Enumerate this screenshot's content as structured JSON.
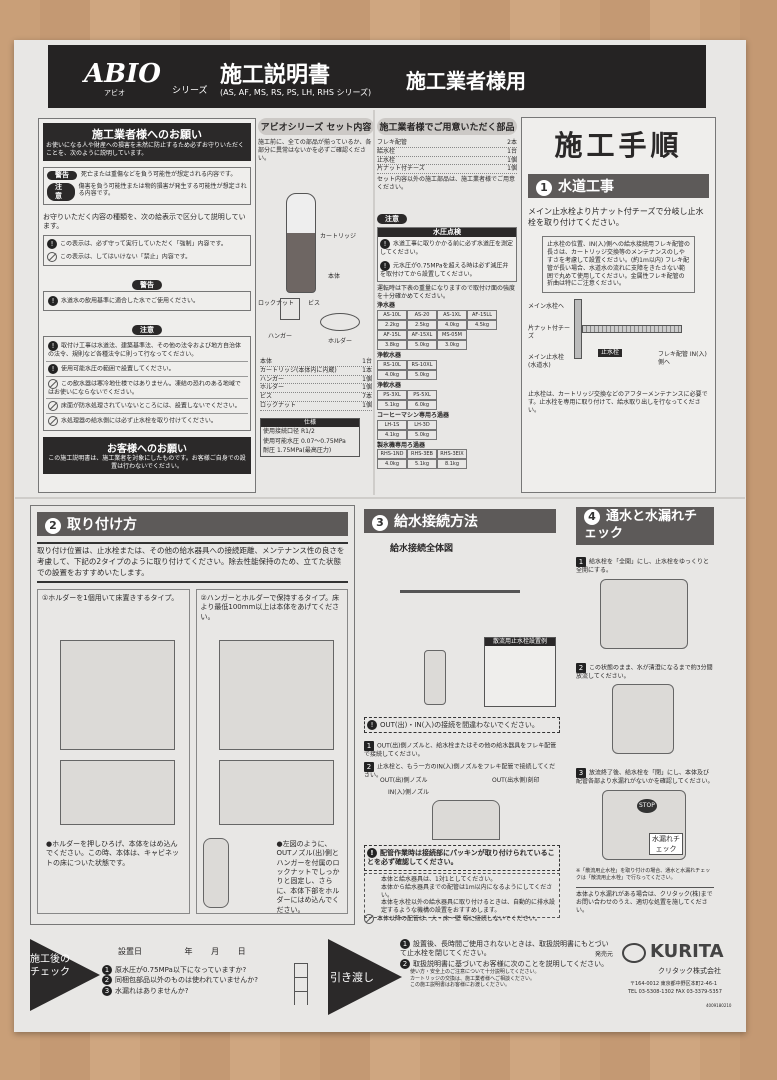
{
  "header": {
    "logo": "ABIO",
    "logo_kana": "アビオ",
    "series": "シリーズ",
    "title": "施工説明書",
    "subtitle": "(AS, AF, MS, RS, PS, LH, RHS シリーズ)",
    "audience": "施工業者様用"
  },
  "panel_requests": {
    "title": "施工業者様へのお願い",
    "intro": "お使いになる人や財産への損害を未然に防止するため必ずお守りいただくことを、次のように説明しています。",
    "warning_label": "警告",
    "warning_text": "死亡または重傷などを負う可能性が想定される内容です。",
    "caution_label": "注意",
    "caution_text": "傷害を負う可能性または物的損害が発生する可能性が想定される内容です。",
    "classify": "お守りいただく内容の種類を、次の絵表示で区分して説明しています。",
    "must": "この表示は、必ず守って実行していただく「強制」内容です。",
    "prohibit": "この表示は、してはいけない「禁止」内容です。",
    "warning2_label": "警告",
    "warning2_text": "水道水の飲用基準に適合した水でご使用ください。",
    "caution2_label": "注意",
    "caution2_items": [
      "取付け工事は水道法、建築基準法、その他の法令および地方自治体の法令、規則など各種法令に則って行なってください。",
      "使用可能水圧の範囲で設置してください。",
      "この飲水器は寒冷地仕様ではありません。凍結の恐れのある地域ではお使いにならないでください。",
      "床面が防水処理されていないところには、設置しないでください。",
      "水処理器の給水側には必ず止水栓を取り付けてください。"
    ],
    "customer_title": "お客様へのお願い",
    "customer_text": "この施工説明書は、施工業者を対象にしたものです。お客様ご自身での設置は行わないでください。"
  },
  "panel_set": {
    "title": "アビオシリーズ セット内容",
    "intro": "施工前に、全ての部品が揃っているか、各部分に異常はないかを必ずご確認ください。",
    "labels": {
      "cartridge": "カートリッジ",
      "body": "本体",
      "locknut": "ロックナット",
      "hanger": "ハンガー",
      "holder": "ホルダー",
      "screw": "ビス"
    },
    "items": [
      {
        "name": "本体",
        "qty": "1台"
      },
      {
        "name": "カートリッジ(本体内に内蔵)",
        "qty": "1本"
      },
      {
        "name": "ハンガー",
        "qty": "1個"
      },
      {
        "name": "ホルダー",
        "qty": "1個"
      },
      {
        "name": "ビス",
        "qty": "7本"
      },
      {
        "name": "ロックナット",
        "qty": "1個"
      }
    ],
    "spec_title": "仕様",
    "spec": [
      {
        "k": "使用接続口径",
        "v": "R1/2"
      },
      {
        "k": "使用可能水圧",
        "v": "0.07〜0.75MPa"
      },
      {
        "k": "耐圧",
        "v": "1.75MPa(最高圧力)"
      }
    ]
  },
  "panel_parts": {
    "title": "施工業者様でご用意いただく部品",
    "items": [
      {
        "name": "フレキ配管",
        "qty": "2本"
      },
      {
        "name": "給水栓",
        "qty": "1台"
      },
      {
        "name": "止水栓",
        "qty": "1個"
      },
      {
        "name": "片ナット付チーズ",
        "qty": "1個"
      }
    ],
    "note": "セット内容以外の施工部品は、施工業者様でご用意ください。",
    "caution_label": "注意",
    "pressure_title": "水圧点検",
    "pressure_items": [
      "水道工事に取りかかる前に必ず水道圧を測定してください。",
      "元水圧が0.75MPaを超える時は必ず減圧弁を取付けてから設置してください。"
    ],
    "weight_note": "運転時は下表の重量になりますので取付け面の強度を十分確かめてください。",
    "groups": [
      {
        "title": "浄水器",
        "models": [
          "AS-10L",
          "AS-20",
          "AS-1XL",
          "AF-15LL",
          "AF-15L",
          "AF-15XL",
          "MS-05M"
        ],
        "weights": [
          "2.2kg",
          "2.5kg",
          "4.0kg",
          "4.5kg",
          "3.8kg",
          "5.0kg",
          "3.0kg"
        ]
      },
      {
        "title": "浄軟水器",
        "models": [
          "RS-10L",
          "RS-10XL"
        ],
        "weights": [
          "4.0kg",
          "5.0kg"
        ]
      },
      {
        "title": "浄軟水器",
        "models": [
          "PS-3XL",
          "PS-5XL"
        ],
        "weights": [
          "5.1kg",
          "6.0kg"
        ]
      },
      {
        "title": "コーヒーマシン専用ろ過器",
        "models": [
          "LH-1S",
          "LH-3D"
        ],
        "weights": [
          "4.1kg",
          "5.0kg"
        ]
      },
      {
        "title": "製氷機専用ろ過器",
        "models": [
          "RHS-1ND",
          "RHS-3EB",
          "RHS-3EIX"
        ],
        "weights": [
          "4.0kg",
          "5.1kg",
          "8.1kg"
        ]
      }
    ]
  },
  "panel_procedure": {
    "title": "施工手順",
    "step1": {
      "num": "1",
      "title": "水道工事",
      "text": "メイン止水栓より片ナット付チーズで分岐し止水栓を取り付けてください。",
      "callout": "止水栓の位置、IN(入)側への給水接続用フレキ配管の長さは、カートリッジ交換等のメンテナンスのしやすさを考慮して設置ください。(約1m以内) フレキ配管が長い場合、水道水の流れに支障をきたさない範囲で丸めて使用してください。金属性フレキ配管の折曲は特にご注意ください。",
      "labels": {
        "main": "メイン水栓へ",
        "tee": "片ナット付チーズ",
        "valve": "止水栓",
        "main_valve": "メイン止水栓(水道水)",
        "flex": "フレキ配管 IN(入)側へ"
      },
      "note": "止水栓は、カートリッジ交換などのアフターメンテナンスに必要です。止水栓を専用に取り付けて、給水取り出しを行なってください。"
    }
  },
  "section2": {
    "num": "2",
    "title": "取り付け方",
    "text": "取り付け位置は、止水栓または、その他の給水器具への接続距離、メンテナンス性の良さを考慮して、下記の2タイプのように取り付けてください。除去性能保持のため、立てた状態での設置をおすすめいたします。",
    "type1": "①ホルダーを1個用いて床置きするタイプ。",
    "type2": "②ハンガーとホルダーで保持するタイプ。床より最低100mm以上は本体をあげてください。",
    "note1": "●ホルダーを押しひろげ、本体をはめ込んでください。この時、本体は、キャビネットの床についた状態です。",
    "note2": "●左図のように、OUTノズル(出)側とハンガーを付属のロックナットでしっかりと固定し、さらに、本体下部をホルダーにはめ込んでください。"
  },
  "section3": {
    "num": "3",
    "title": "給水接続方法",
    "diagram_title": "給水接続全体図",
    "inset_title": "散流用止水栓設置例",
    "warn1": "OUT(出)・IN(入)の接続を間違わないでください。",
    "steps": [
      "OUT(出)側ノズルと、給水栓またはその他の給水器具をフレキ配管で接続してください。",
      "止水栓と、もう一方のIN(入)側ノズルをフレキ配管で接続してください。"
    ],
    "labels": {
      "out": "OUT(出)側ノズル",
      "in": "IN(入)側ノズル",
      "out_mark": "OUT(出水側)刻印"
    },
    "warn2": "配管作業時は接続部にパッキンが取り付けられていることを必ず確認してください。",
    "notes": [
      "本体と給水器具は、1対1としてください。",
      "本体から給水器具までの配管は1m以内になるようにしてください。",
      "本体を水栓以外の給水器具に取り付けるときは、自動的に排水設定するような機構の設置をおすすめします。"
    ],
    "prohibit": "本体以降の配管は、大・床・壁 等に接続しないでください。"
  },
  "section4": {
    "num": "4",
    "title": "通水と水漏れチェック",
    "steps": [
      "給水栓を「全開」にし、止水栓をゆっくりと全開にする。",
      "この状態のまま、水が清澄になるまで約3分間放流してください。",
      "放流終了後、給水栓を「閉」にし、本体及び配管各部より水漏れがないかを確認してください。"
    ],
    "leak_label": "水漏れチェック",
    "stop_label": "STOP",
    "note": "※「散流用止水栓」を取り付けの場合、通水と水漏れチェックは「散流用止水栓」で行なってください。",
    "contact": "本体より水漏れがある場合は、クリタック(株)までお問い合わせのうえ、適切な処置を施してください。"
  },
  "footer": {
    "check_label": "施工後のチェック",
    "date_label": "設置日",
    "year": "年",
    "month": "月",
    "day": "日",
    "checks": [
      "原水圧が0.75MPa以下になっていますか?",
      "同梱包部品以外のものは使われていませんか?",
      "水漏れはありませんか?"
    ],
    "handover_label": "引き渡し",
    "handover": [
      "設置後、長時間ご使用されないときは、取扱説明書にもとづいて止水栓を閉じてください。",
      "取扱説明書に基づいてお客様に次のことを説明してください。"
    ],
    "handover_bullets": [
      "使い方・安全上のご注意について十分説明してください。",
      "カートリッジの交換は、施工業者様へご相談ください。",
      "この施工説明書はお客様にお渡しください。"
    ],
    "seller_label": "発売元",
    "brand": "KURITA",
    "company": "クリタック株式会社",
    "address": "〒164-0012 東京都中野区本町2-46-1",
    "tel": "TEL 03-5308-1302",
    "fax": "FAX 03-3379-5357",
    "code": "4009180210"
  }
}
